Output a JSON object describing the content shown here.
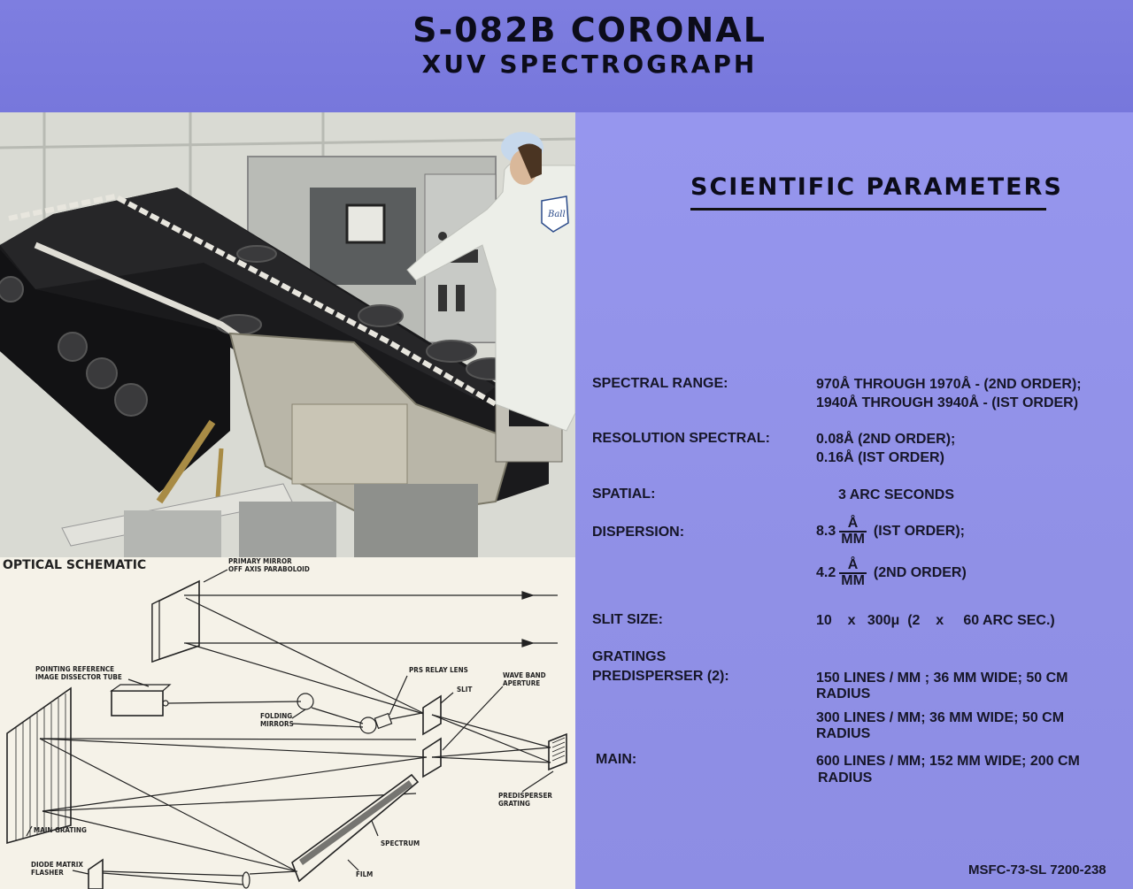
{
  "header": {
    "title_line1": "S-082B CORONAL",
    "title_line2": "XUV SPECTROGRAPH",
    "background_color": "#7b7bde"
  },
  "photo": {
    "description": "Technician in white clean-room suit with 'Ball' logo working beside the black S-082B spectrograph assembly in a lab with test consoles",
    "logo_text": "Ball"
  },
  "schematic": {
    "title": "OPTICAL SCHEMATIC",
    "labels": {
      "primary_mirror": "PRIMARY MIRROR\nOFF AXIS PARABOLOID",
      "pointing_reference": "POINTING REFERENCE\nIMAGE DISSECTOR TUBE",
      "prs_relay_lens": "PRS RELAY LENS",
      "wave_band_aperture": "WAVE BAND\nAPERTURE",
      "slit": "SLIT",
      "folding_mirrors": "FOLDING\nMIRRORS",
      "main_grating": "MAIN GRATING",
      "predisperser_grating": "PREDISPERSER\nGRATING",
      "spectrum": "SPECTRUM",
      "film": "FILM",
      "diode_matrix_flasher": "DIODE MATRIX\nFLASHER"
    }
  },
  "parameters": {
    "title": "SCIENTIFIC PARAMETERS",
    "panel_color": "#9494ec",
    "spectral_range": {
      "label": "SPECTRAL RANGE:",
      "line1": "970Å THROUGH 1970Å - (2ND ORDER);",
      "line2": "1940Å THROUGH 3940Å - (IST ORDER)"
    },
    "resolution": {
      "label": "RESOLUTION SPECTRAL:",
      "line1": "0.08Å (2ND ORDER);",
      "line2": "0.16Å (IST ORDER)"
    },
    "spatial": {
      "label": "SPATIAL:",
      "value": "3 ARC SECONDS"
    },
    "dispersion": {
      "label": "DISPERSION:",
      "row1": {
        "value": "8.3",
        "num": "Å",
        "den": "MM",
        "suffix": "(IST ORDER);"
      },
      "row2": {
        "value": "4.2",
        "num": "Å",
        "den": "MM",
        "suffix": "(2ND ORDER)"
      }
    },
    "slit_size": {
      "label": "SLIT SIZE:",
      "value": "10    x   300μ  (2    x     60 ARC SEC.)"
    },
    "gratings": {
      "label": "GRATINGS",
      "predisperser_label": "PREDISPERSER (2):",
      "predisperser_1_line1": "150 LINES / MM ; 36 MM WIDE; 50 CM",
      "predisperser_1_line2": "RADIUS",
      "predisperser_2_line1": "300 LINES / MM; 36 MM WIDE; 50 CM",
      "predisperser_2_line2": "RADIUS",
      "main_label": "MAIN:",
      "main_line1": "600 LINES / MM; 152 MM WIDE; 200 CM",
      "main_line2": "RADIUS"
    }
  },
  "footer": {
    "reference_number": "MSFC-73-SL 7200-238"
  }
}
